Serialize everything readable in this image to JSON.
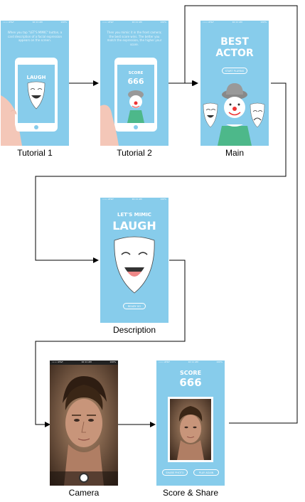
{
  "captions": {
    "tutorial1": "Tutorial 1",
    "tutorial2": "Tutorial 2",
    "main": "Main",
    "description": "Description",
    "camera": "Camera",
    "score_share": "Score & Share"
  },
  "tutorial1": {
    "text": "When you tap \"LET'S MIMIC\" button, a card description of a facial expression appears on the screen.",
    "phone_word": "LAUGH"
  },
  "tutorial2": {
    "text": "Then you mimic it in the front camera; the best score wins. The better you match the expression, the higher your score.",
    "score_label": "SCORE",
    "score_value": "666"
  },
  "main": {
    "title_line1": "BEST",
    "title_line2": "ACTOR",
    "start_button": "START PLAYING"
  },
  "description": {
    "subtitle": "LET'S MIMIC",
    "word": "LAUGH",
    "ready_button": "READY GO"
  },
  "camera": {
    "status_carrier": "•••• AT&T",
    "status_time": "10:11 AM"
  },
  "score": {
    "label": "SCORE",
    "value": "666",
    "share_button": "SHARE PHOTO",
    "again_button": "PLAY AGAIN"
  },
  "status": {
    "carrier": "•••• AT&T",
    "time": "10:11 AM",
    "battery": "100%"
  },
  "colors": {
    "screen_bg": "#87CCEB",
    "arrow": "#000000"
  }
}
